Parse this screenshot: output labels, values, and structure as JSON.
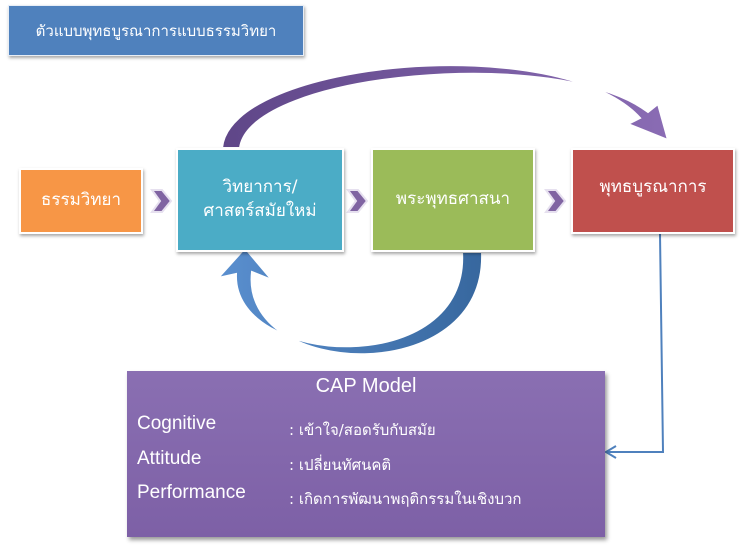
{
  "title": "ตัวแบบพุทธบูรณาการแบบธรรมวิทยา",
  "nodes": [
    {
      "id": "n1",
      "label": "ธรรมวิทยา",
      "color": "#f79646"
    },
    {
      "id": "n2",
      "label_lines": [
        "วิทยาการ/",
        "ศาสตร์สมัยใหม่"
      ],
      "color": "#4bacc6"
    },
    {
      "id": "n3",
      "label": "พระพุทธศาสนา",
      "color": "#9bbb59"
    },
    {
      "id": "n4",
      "label": "พุทธบูรณาการ",
      "color": "#c0504d"
    }
  ],
  "connectors": [
    {
      "from": "ธรรมวิทยา",
      "to": "วิทยาการ/ศาสตร์สมัยใหม่",
      "type": "chevron",
      "color": "#8064a2"
    },
    {
      "from": "วิทยาการ/ศาสตร์สมัยใหม่",
      "to": "พระพุทธศาสนา",
      "type": "chevron",
      "color": "#8064a2"
    },
    {
      "from": "พระพุทธศาสนา",
      "to": "พุทธบูรณาการ",
      "type": "chevron",
      "color": "#8064a2"
    },
    {
      "from": "วิทยาการ/ศาสตร์สมัยใหม่",
      "to": "พุทธบูรณาการ",
      "type": "curved-arrow-top",
      "color": "#7a5ea4"
    },
    {
      "from": "พระพุทธศาสนา",
      "to": "วิทยาการ/ศาสตร์สมัยใหม่",
      "type": "curved-arrow-bottom",
      "color": "#4f81bd"
    },
    {
      "from": "พุทธบูรณาการ",
      "to": "CAP Model",
      "type": "elbow-line",
      "color": "#4f81bd"
    }
  ],
  "cap_model": {
    "title": "CAP Model",
    "color": "#8064a2",
    "rows": [
      {
        "term": "Cognitive",
        "definition": ": เข้าใจ/สอดรับกับสมัย"
      },
      {
        "term": "Attitude",
        "definition": ": เปลี่ยนทัศนคติ"
      },
      {
        "term": "Performance",
        "definition": ": เกิดการพัฒนาพฤติกรรมในเชิงบวก"
      }
    ]
  }
}
